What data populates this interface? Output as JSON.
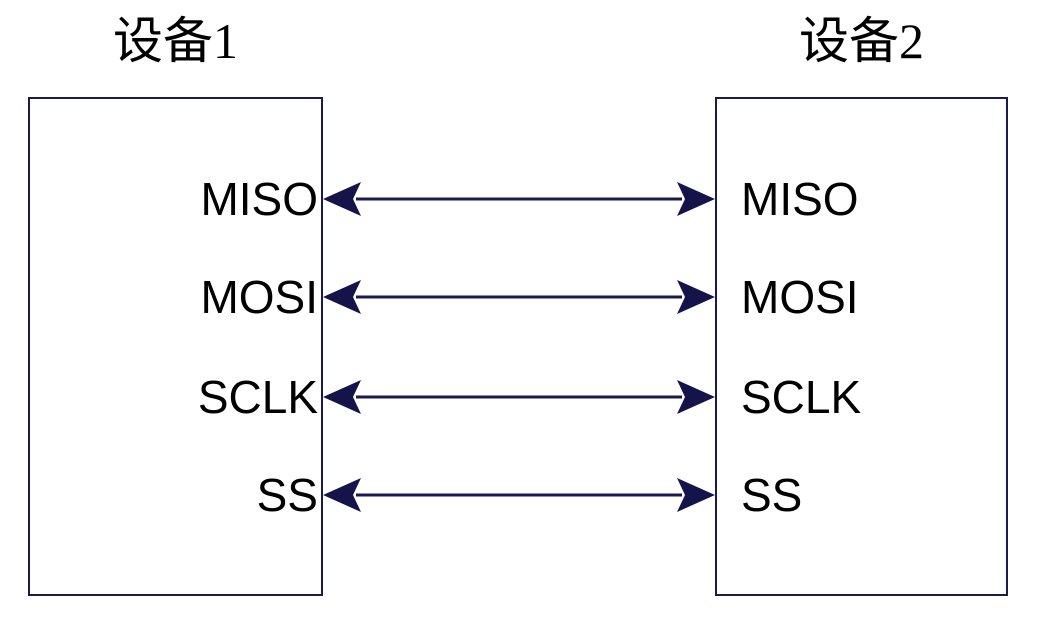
{
  "diagram": {
    "type": "spi-bus-connection-diagram",
    "background_color": "#ffffff",
    "line_color": "#1a1a52",
    "text_color": "#000000",
    "devices": [
      {
        "id": "device-1",
        "title": "设备1"
      },
      {
        "id": "device-2",
        "title": "设备2"
      }
    ],
    "signals": [
      {
        "name": "MISO",
        "direction": "bidirectional"
      },
      {
        "name": "MOSI",
        "direction": "bidirectional"
      },
      {
        "name": "SCLK",
        "direction": "bidirectional"
      },
      {
        "name": "SS",
        "direction": "bidirectional"
      }
    ]
  },
  "left": {
    "title": "设备1",
    "pins": [
      {
        "label": "MISO"
      },
      {
        "label": "MOSI"
      },
      {
        "label": "SCLK"
      },
      {
        "label": "SS"
      }
    ]
  },
  "right": {
    "title": "设备2",
    "pins": [
      {
        "label": "MISO"
      },
      {
        "label": "MOSI"
      },
      {
        "label": "SCLK"
      },
      {
        "label": "SS"
      }
    ]
  },
  "connections": [
    {
      "signal": "MISO",
      "from": "设备1",
      "to": "设备2",
      "style": "double-headed-arrow"
    },
    {
      "signal": "MOSI",
      "from": "设备1",
      "to": "设备2",
      "style": "double-headed-arrow"
    },
    {
      "signal": "SCLK",
      "from": "设备1",
      "to": "设备2",
      "style": "double-headed-arrow"
    },
    {
      "signal": "SS",
      "from": "设备1",
      "to": "设备2",
      "style": "double-headed-arrow"
    }
  ]
}
